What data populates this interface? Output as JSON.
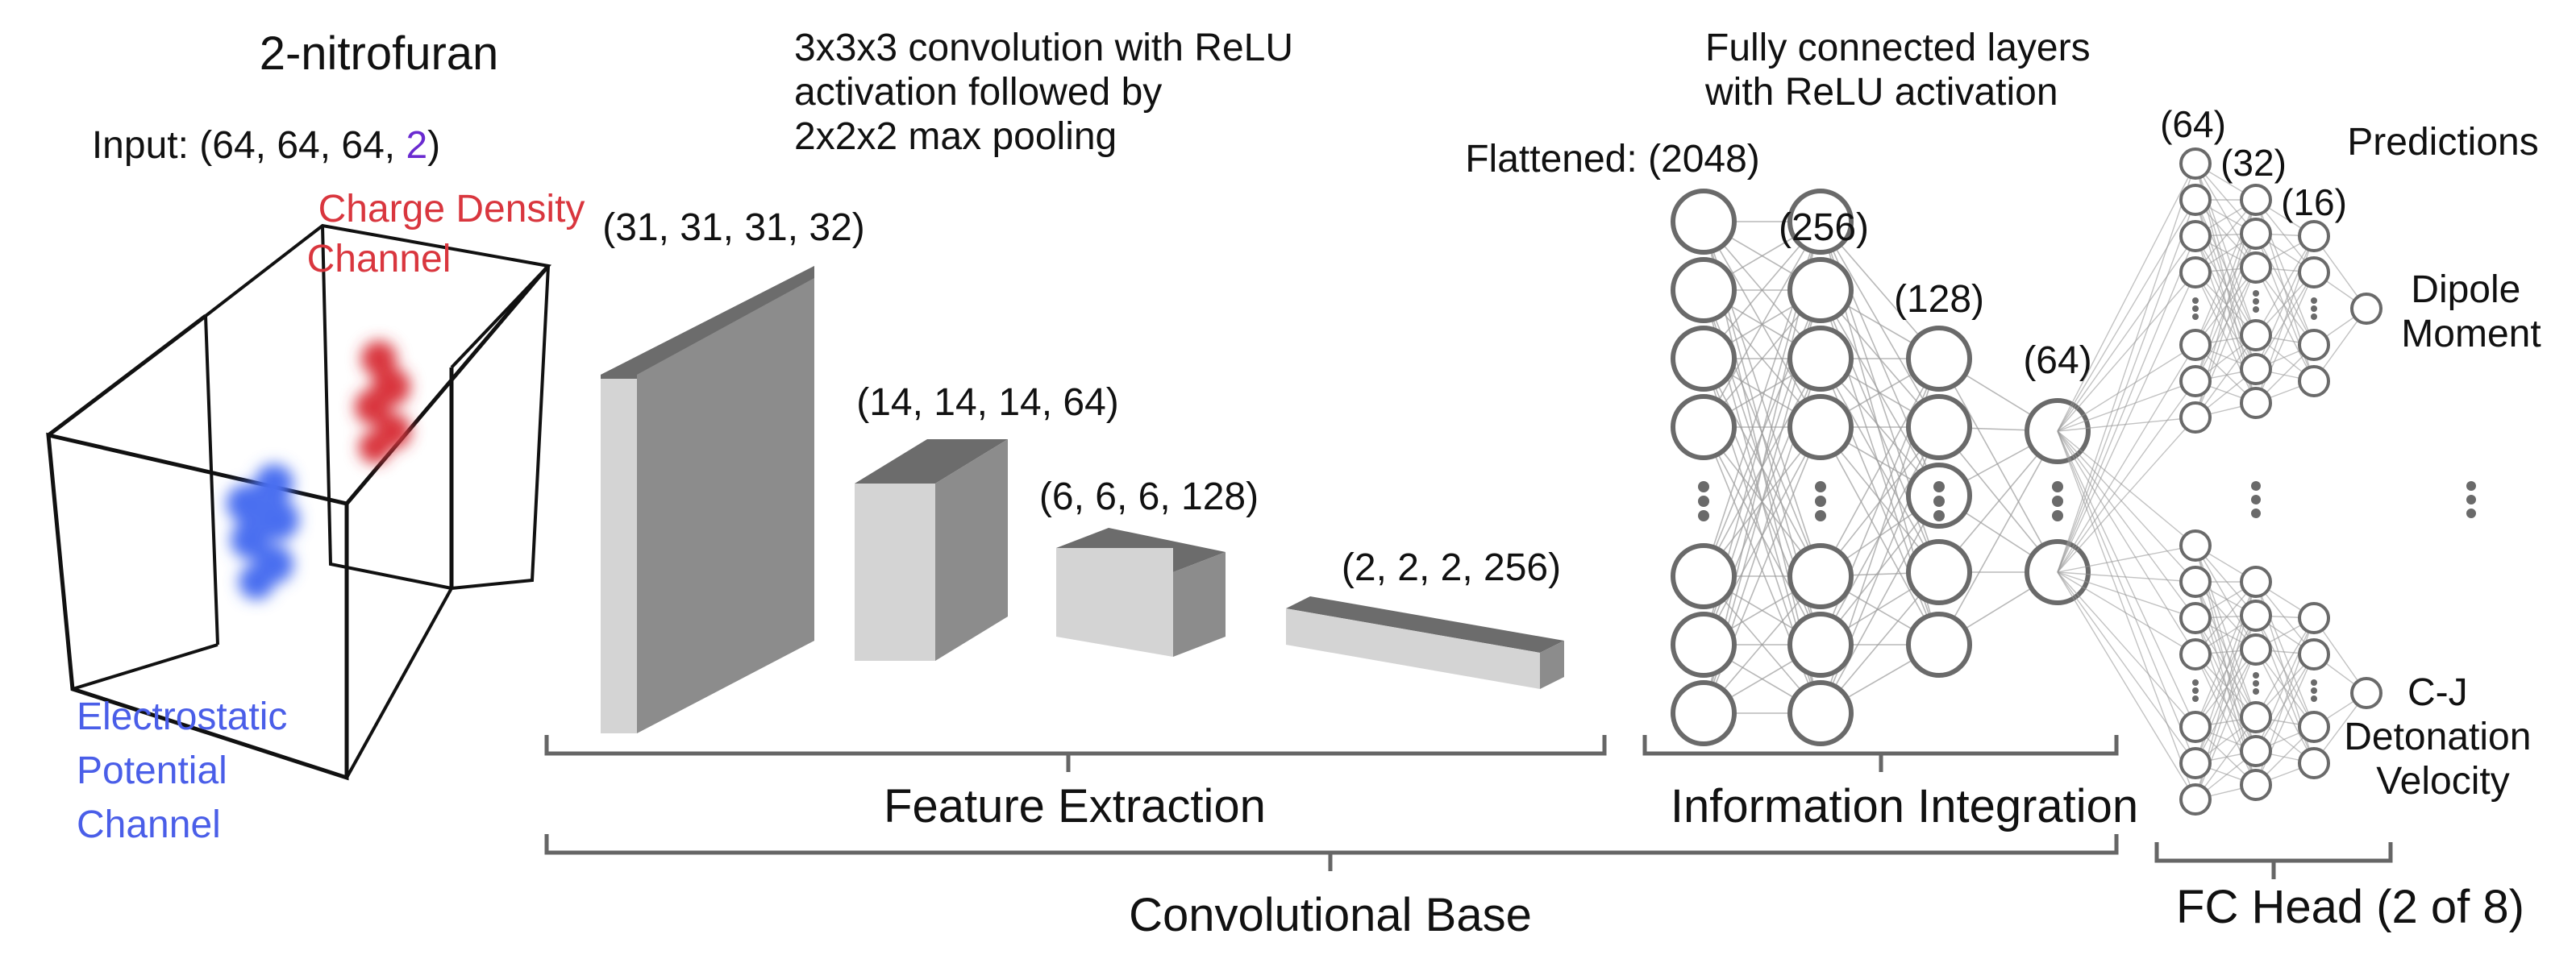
{
  "molecule_name": "2-nitrofuran",
  "input": {
    "prefix": "Input: (64, 64, 64, ",
    "channels": "2",
    "suffix": ")"
  },
  "channels": {
    "charge_density": [
      "Charge Density",
      "Channel"
    ],
    "electrostatic": [
      "Electrostatic",
      "Potential",
      "Channel"
    ]
  },
  "conv_description": [
    "3x3x3 convolution with ReLU",
    "activation followed by",
    "2x2x2 max pooling"
  ],
  "conv_blocks": [
    "(31, 31, 31, 32)",
    "(14, 14, 14, 64)",
    "(6, 6, 6, 128)",
    "(2, 2, 2, 256)"
  ],
  "fc_description": [
    "Fully connected layers",
    "with ReLU activation"
  ],
  "dense_layers": [
    "Flattened: (2048)",
    "(256)",
    "(128)",
    "(64)"
  ],
  "head_layers": [
    "(64)",
    "(32)",
    "(16)"
  ],
  "predictions": {
    "title": "Predictions",
    "dipole": [
      "Dipole",
      "Moment"
    ],
    "cj": [
      "C-J",
      "Detonation",
      "Velocity"
    ]
  },
  "sections": {
    "feature_extraction": "Feature Extraction",
    "information_integration": "Information Integration",
    "convolutional_base": "Convolutional Base",
    "fc_head": "FC Head (2 of 8)"
  },
  "colors": {
    "charge": "#d9363e",
    "electrostatic": "#4a5ee8",
    "box_light": "#d4d4d4",
    "box_dark": "#8c8c8c",
    "box_top": "#6c6c6c",
    "node_stroke": "#6a6a6a",
    "bracket": "#666666"
  }
}
